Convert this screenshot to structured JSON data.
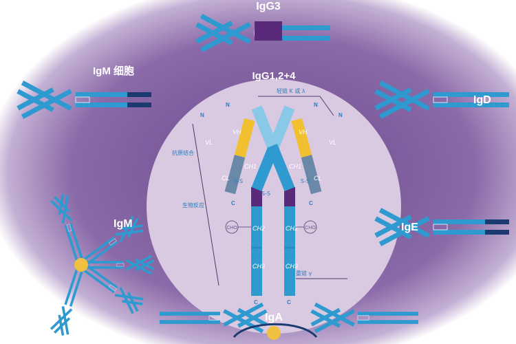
{
  "title_center": "IgG1,2+4",
  "isotypes": {
    "igg3": "IgG3",
    "igm_cell": "IgM 细胞",
    "igd": "IgD",
    "igm": "IgM",
    "ige": "IgE",
    "iga": "IgA"
  },
  "annotations": {
    "light_chain": "轻链 K 或 λ",
    "heavy_chain": "重链 γ",
    "antigen_binding": "抗原结合",
    "biological_response": "生物反应",
    "n_term": "N",
    "c_term": "C",
    "cho": "CHO",
    "disulfide": "S-S"
  },
  "domains": {
    "vl": "VL",
    "vh": "VH",
    "cl": "CL",
    "ch1": "CH1",
    "ch2": "CH2",
    "ch3": "CH3"
  },
  "colors": {
    "chain": "#2e9ad0",
    "hinge": "#5a2a7a",
    "vl": "#f0c030",
    "vh": "#8ac8e8",
    "cl": "#6a88a8",
    "outer": "#7a5a9a",
    "inner": "#d9c9e1"
  }
}
